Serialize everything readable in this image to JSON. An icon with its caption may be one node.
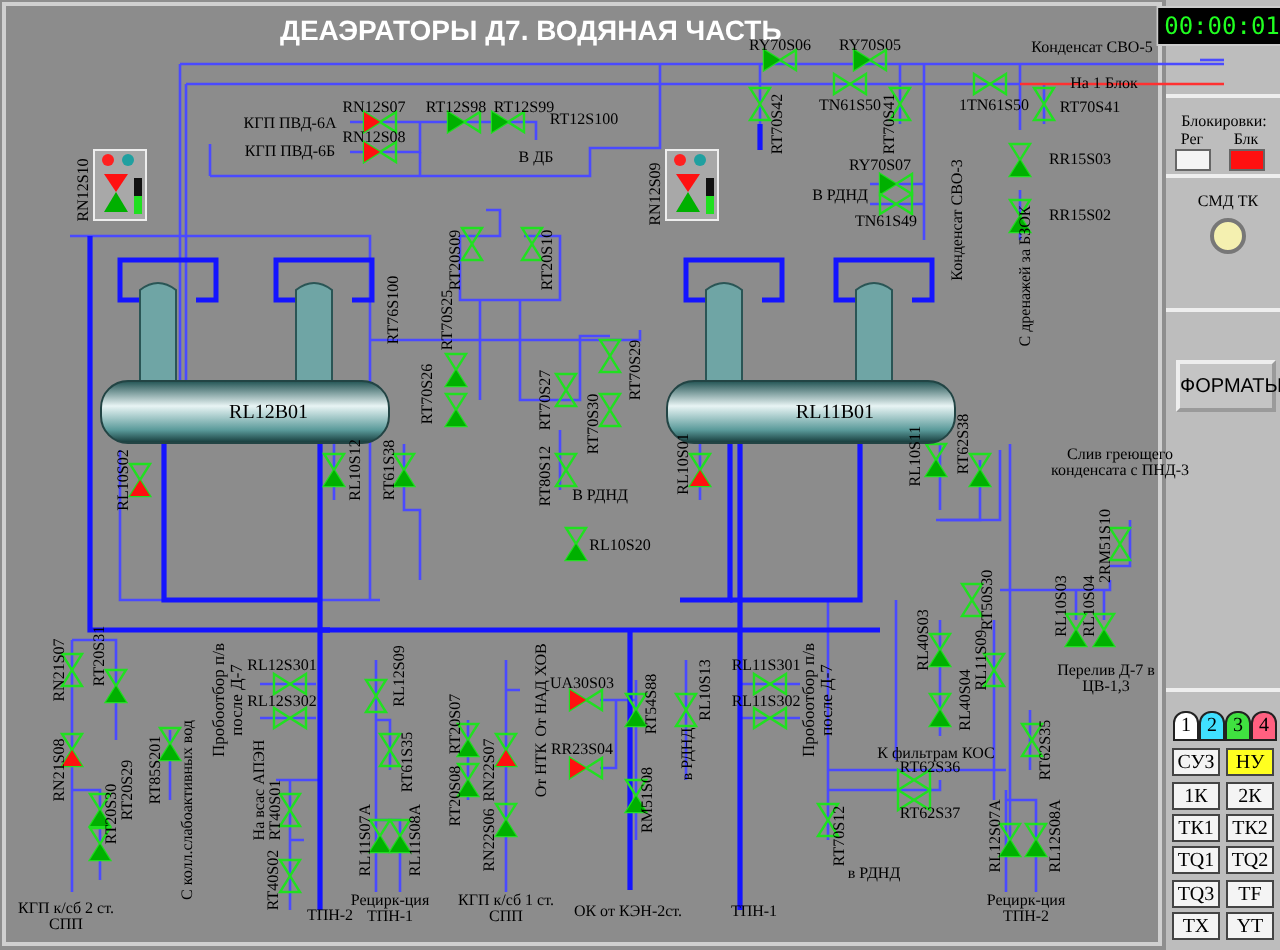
{
  "diagram": {
    "title": "ДЕАЭРАТОРЫ Д7. ВОДЯНАЯ ЧАСТЬ",
    "nodes": [
      {
        "text": [
          "RL12B01"
        ]
      },
      {
        "text": [
          "RL11B01"
        ]
      }
    ],
    "labels": [
      "00:00:01",
      "RY70S06",
      "RY70S05",
      "Конденсат СВО-5",
      "RN12S07",
      "RT12S98",
      "RT12S99",
      "TN61S50",
      "1TN61S50",
      "На 1 Блок",
      "RT70S41",
      "RT12S100",
      "RT70S42",
      "RT70S41",
      "КГП ПВД-6А",
      "RN12S08",
      "КГП ПВД-6Б",
      "В ДБ",
      "RR15S03",
      "RY70S07",
      "В РДНД",
      "RR15S02",
      "TN61S49",
      "RN12S10",
      "RN12S09",
      "Конденсат СВО-3",
      "С дренажей за БЗОК",
      "RT20S09",
      "RT20S10",
      "RT76S100",
      "RT70S25",
      "RT70S26",
      "RT70S27",
      "RT70S30",
      "RT70S29",
      "RT80S12",
      "В РДНД",
      "RL10S02",
      "RL10S12",
      "RT61S38",
      "RL10S01",
      "RL10S11",
      "RT62S38",
      "Слив греющего конденсата с ПНД-3",
      "RL10S20",
      "2RM51S10",
      "RT50S30",
      "RL10S03",
      "RL10S04",
      "Перелив Д-7 в ЦВ-1,3",
      "RN21S07",
      "RT20S31",
      "RT85S201",
      "С колл.слабоактивных вод",
      "RN21S08",
      "RT20S30",
      "RT20S29",
      "КГП к/сб 2 ст. СПП",
      "Пробоотбор п/в после Д-7",
      "RL12S301",
      "RL12S302",
      "RL12S09",
      "RT61S35",
      "На всас АПЭН",
      "RT40S01",
      "RT40S02",
      "ТПН-2",
      "RL11S07A",
      "RL11S08A",
      "Рецирк-ция ТПН-1",
      "RT20S07",
      "RT20S08",
      "RN22S07",
      "RN22S06",
      "КГП к/сб 1 ст. СПП",
      "От НАД ХОВ",
      "От НТК",
      "UA30S03",
      "RR23S04",
      "RT54S88",
      "RM51S08",
      "ОК от КЭН-2ст.",
      "RL10S13",
      "в РДНД",
      "RL11S301",
      "RL11S302",
      "Пробоотбор п/в после Д-7",
      "ТПН-1",
      "RL40S03",
      "RL40S04",
      "К фильтрам КОС",
      "RL11S09",
      "RT62S35",
      "RT62S36",
      "RT62S37",
      "RT70S12",
      "в РДНД",
      "RL12S07A",
      "RL12S08A",
      "Рецирк-ция ТПН-2",
      "Блокировки:",
      "Рег",
      "Блк",
      "СМД ТК",
      "ФОРМАТЫ",
      "1",
      "2",
      "3",
      "4",
      "СУЗ",
      "НУ",
      "1К",
      "2К",
      "ТК1",
      "ТК2",
      "TQ1",
      "TQ2",
      "TQ3",
      "TF",
      "TX",
      "YT"
    ]
  }
}
